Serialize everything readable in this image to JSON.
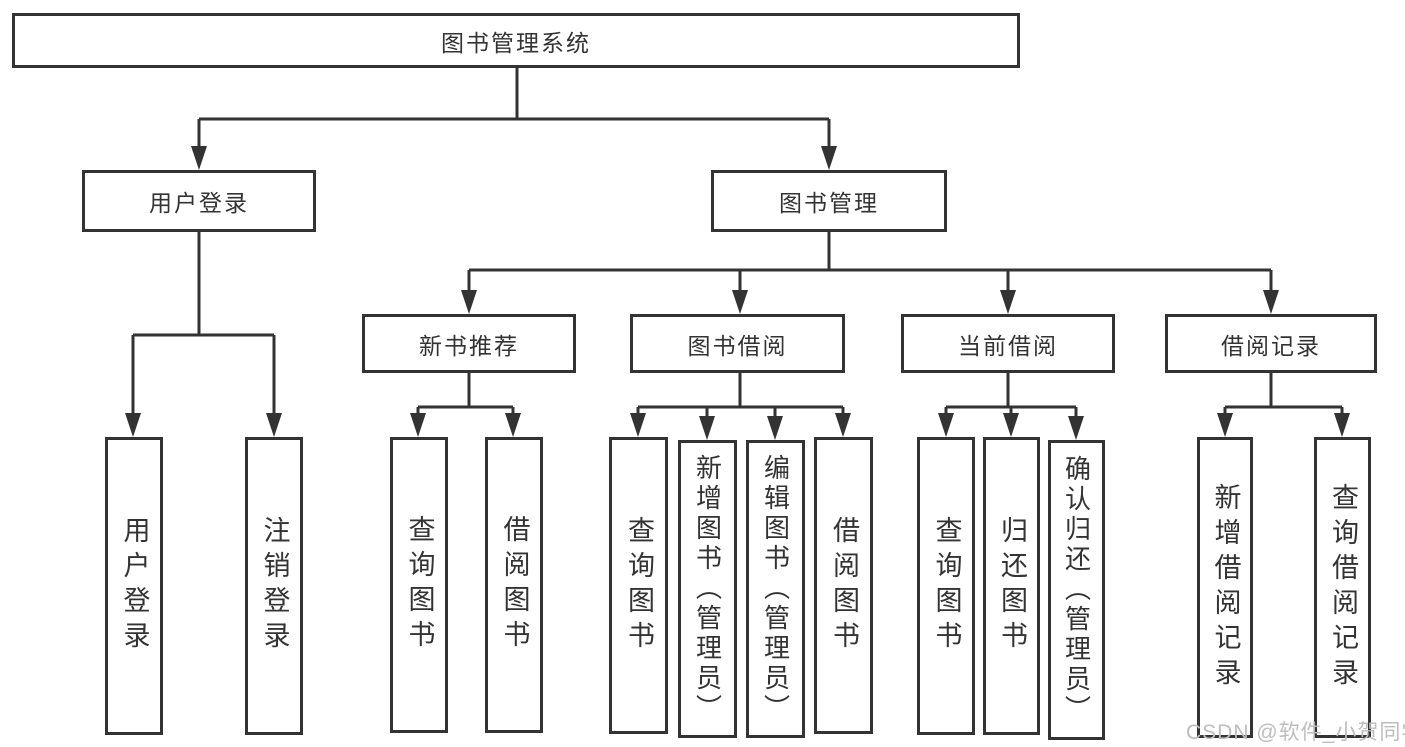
{
  "diagram": {
    "nodes": {
      "root": "图书管理系统",
      "user_login": "用户登录",
      "book_management": "图书管理",
      "new_book_recommend": "新书推荐",
      "book_borrowing": "图书借阅",
      "current_borrowing": "当前借阅",
      "borrowing_records": "借阅记录",
      "leaf_user_login": "用户登录",
      "leaf_logout": "注销登录",
      "rec_query_books": "查询图书",
      "rec_borrow_books": "借阅图书",
      "bor_query_books": "查询图书",
      "bor_add_books": "新增图书（管理员）",
      "bor_edit_books": "编辑图书（管理员）",
      "bor_borrow_books": "借阅图书",
      "cur_query_books": "查询图书",
      "cur_return_books": "归还图书",
      "cur_confirm_return": "确认归还（管理员）",
      "recd_add_record": "新增借阅记录",
      "recd_query_record": "查询借阅记录"
    },
    "colors": {
      "line": "#333333",
      "text": "#333333",
      "watermark_color": "#bdbdbd",
      "background": "#ffffff"
    },
    "watermark": "CSDN @软件_小贺同学"
  }
}
